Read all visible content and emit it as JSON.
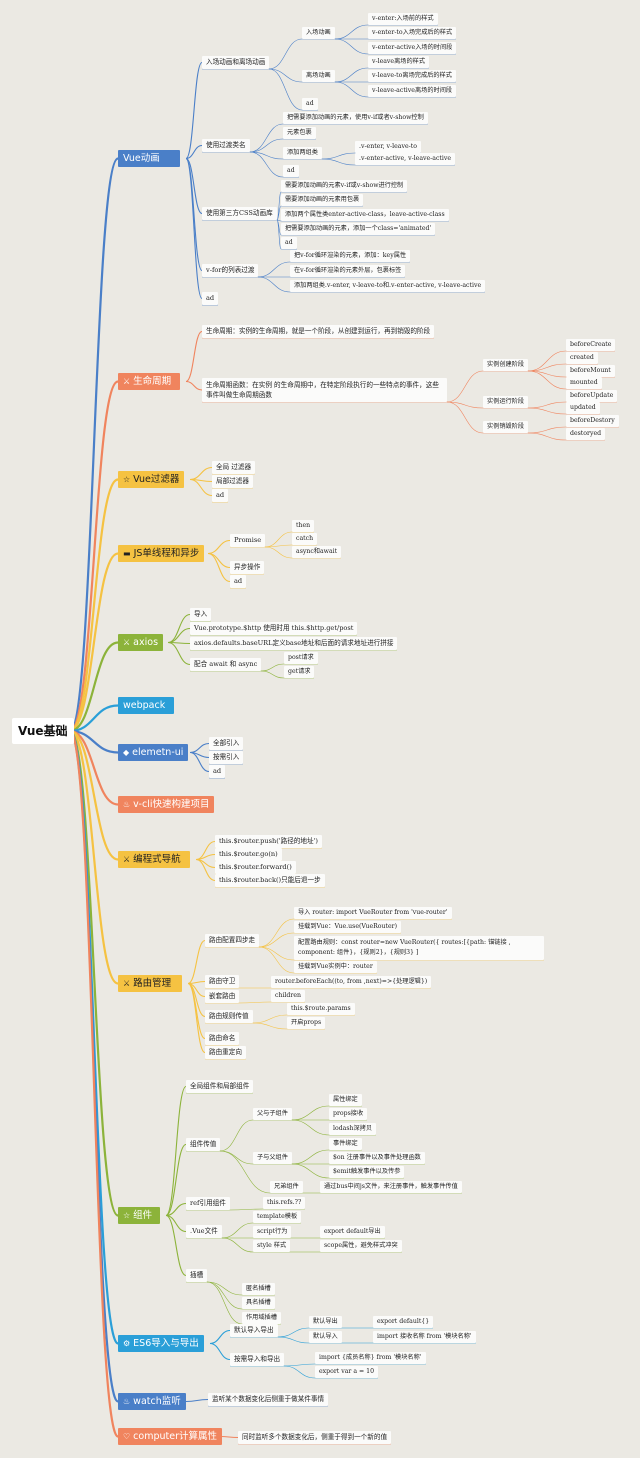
{
  "root": {
    "label": "Vue基础"
  },
  "branches": [
    {
      "label": "Vue动画",
      "icon": "",
      "color": "#4a7fc8",
      "children": [
        {
          "label": "入场动画和离场动画",
          "children": [
            {
              "label": "入场动画",
              "children": [
                {
                  "label": "v-enter:入场前的样式"
                },
                {
                  "label": "v-enter-to入场完成后的样式"
                },
                {
                  "label": "v-enter-active入场的时间段"
                }
              ]
            },
            {
              "label": "离场动画",
              "children": [
                {
                  "label": "v-leave离场的样式"
                },
                {
                  "label": "v-leave-to离场完成后的样式"
                },
                {
                  "label": "v-leave-active离场的时间段"
                }
              ]
            },
            {
              "label": "ad"
            }
          ]
        },
        {
          "label": "使用过渡类名",
          "children": [
            {
              "label": "把需要添加动画的元素，使用v-if或者v-show控制"
            },
            {
              "label": "元素包裹"
            },
            {
              "label": "添加两组类",
              "children": [
                {
                  "label": ".v-enter, v-leave-to"
                },
                {
                  "label": ".v-enter-active, v-leave-active"
                }
              ]
            },
            {
              "label": "ad"
            }
          ]
        },
        {
          "label": "使用第三方CSS动画库",
          "children": [
            {
              "label": "需要添加动画的元素v-if或v-show进行控制"
            },
            {
              "label": "需要添加动画的元素用包裹"
            },
            {
              "label": "添加两个属性类enter-active-class，leave-active-class"
            },
            {
              "label": "把需要添加动画的元素，添加一个class='animated'"
            },
            {
              "label": "ad"
            }
          ]
        },
        {
          "label": "v-for的列表过渡",
          "children": [
            {
              "label": "把v-for循环渲染的元素，添加：key属性"
            },
            {
              "label": "在v-for循环渲染的元素外层，包裹标签"
            },
            {
              "label": "添加两组类.v-enter, v-leave-to和.v-enter-active, v-leave-active"
            }
          ]
        },
        {
          "label": "ad"
        }
      ]
    },
    {
      "label": "生命周期",
      "icon": "⚔",
      "color": "#f0845e",
      "children": [
        {
          "label": "生命周期：实例的生命周期，就是一个阶段，从创建到运行，再到销毁的阶段"
        },
        {
          "label": "生命周期函数：在实例 的生命周期中，在特定阶段执行的一些特点的事件，这些事件叫做生命周期函数",
          "children": [
            {
              "label": "实例创建阶段",
              "children": [
                {
                  "label": "beforeCreate"
                },
                {
                  "label": "created"
                },
                {
                  "label": "beforeMount"
                },
                {
                  "label": "mounted"
                }
              ]
            },
            {
              "label": "实例运行阶段",
              "children": [
                {
                  "label": "beforeUpdate"
                },
                {
                  "label": "updated"
                }
              ]
            },
            {
              "label": "实例销毁阶段",
              "children": [
                {
                  "label": "beforeDestory"
                },
                {
                  "label": "destoryed"
                }
              ]
            }
          ]
        }
      ]
    },
    {
      "label": "Vue过滤器",
      "icon": "☆",
      "color": "#f5c242",
      "children": [
        {
          "label": "全局 过滤器"
        },
        {
          "label": "局部过滤器"
        },
        {
          "label": "ad"
        }
      ]
    },
    {
      "label": "JS单线程和异步",
      "icon": "▬",
      "color": "#f5c242",
      "children": [
        {
          "label": "Promise",
          "children": [
            {
              "label": "then"
            },
            {
              "label": "catch"
            },
            {
              "label": "async和await"
            }
          ]
        },
        {
          "label": "异步操作"
        },
        {
          "label": "ad"
        }
      ]
    },
    {
      "label": "axios",
      "icon": "⚔",
      "color": "#8cb33a",
      "children": [
        {
          "label": "导入"
        },
        {
          "label": "Vue.prototype.$http 使用时用 this.$http.get/post"
        },
        {
          "label": "axios.defaults.baseURL定义base地址和后面的请求地址进行拼接"
        },
        {
          "label": "配合 await 和 async",
          "children": [
            {
              "label": "post请求"
            },
            {
              "label": "get请求"
            }
          ]
        }
      ]
    },
    {
      "label": "webpack",
      "icon": "",
      "color": "#2a9fd8",
      "children": []
    },
    {
      "label": "elemetn-ui",
      "icon": "◆",
      "color": "#4a7fc8",
      "children": [
        {
          "label": "全部引入"
        },
        {
          "label": "按需引入"
        },
        {
          "label": "ad"
        }
      ]
    },
    {
      "label": "v-cli快速构建项目",
      "icon": "♨",
      "color": "#f0845e",
      "children": []
    },
    {
      "label": "编程式导航",
      "icon": "⚔",
      "color": "#f5c242",
      "children": [
        {
          "label": "this.$router.push('路径的地址')"
        },
        {
          "label": "this.$router.go(n)"
        },
        {
          "label": "this.$router.forward()"
        },
        {
          "label": "this.$router.back()只能后退一步"
        }
      ]
    },
    {
      "label": "路由管理",
      "icon": "⚔",
      "color": "#f5c242",
      "children": [
        {
          "label": "路由配置四步走",
          "children": [
            {
              "label": "导入 router: import VueRouter from 'vue-router'"
            },
            {
              "label": "挂载到Vue：Vue.use(VueRouter)"
            },
            {
              "label": "配置路由规则：const router=new VueRouter({ routes:[{path: 锚链接 , component: 组件}，{规则2}，{规则3} ]"
            },
            {
              "label": "挂载到Vue实例中：router"
            }
          ]
        },
        {
          "label": "路由守卫",
          "children": [
            {
              "label": "router.beforeEach((to, from ,next)=>{处理逻辑})"
            }
          ]
        },
        {
          "label": "嵌套路由",
          "children": [
            {
              "label": "children"
            }
          ]
        },
        {
          "label": "路由规则传值",
          "children": [
            {
              "label": "this.$route.params"
            },
            {
              "label": "开启props"
            }
          ]
        },
        {
          "label": "路由命名"
        },
        {
          "label": "路由重定向"
        }
      ]
    },
    {
      "label": "组件",
      "icon": "☆",
      "color": "#8cb33a",
      "children": [
        {
          "label": "全局组件和局部组件"
        },
        {
          "label": "组件传值",
          "children": [
            {
              "label": "父与子组件",
              "children": [
                {
                  "label": "属性绑定"
                },
                {
                  "label": "props接收"
                },
                {
                  "label": "lodash深拷贝"
                }
              ]
            },
            {
              "label": "子与父组件",
              "children": [
                {
                  "label": "事件绑定"
                },
                {
                  "label": "$on 注册事件以及事件处理函数"
                },
                {
                  "label": "$emit触发事件以及传参"
                }
              ]
            },
            {
              "label": "兄弟组件",
              "children": [
                {
                  "label": "通过bus中间js文件，来注册事件，触发事件传值"
                }
              ]
            }
          ]
        },
        {
          "label": "ref引用组件",
          "children": [
            {
              "label": "this.refs.??"
            }
          ]
        },
        {
          "label": ".Vue文件",
          "children": [
            {
              "label": "template模板"
            },
            {
              "label": "script行为",
              "children": [
                {
                  "label": "export default导出"
                }
              ]
            },
            {
              "label": "style 样式",
              "children": [
                {
                  "label": "scope属性，避免样式冲突"
                }
              ]
            }
          ]
        },
        {
          "label": "插槽",
          "children": [
            {
              "label": "匿名插槽"
            },
            {
              "label": "具名插槽"
            },
            {
              "label": "作用域插槽"
            }
          ]
        }
      ]
    },
    {
      "label": "ES6导入与导出",
      "icon": "⚙",
      "color": "#2a9fd8",
      "children": [
        {
          "label": "默认导入导出",
          "children": [
            {
              "label": "默认导出",
              "children": [
                {
                  "label": "export default{}"
                }
              ]
            },
            {
              "label": "默认导入",
              "children": [
                {
                  "label": "import 接收名称 from '模块名称'"
                }
              ]
            }
          ]
        },
        {
          "label": "按需导入和导出",
          "children": [
            {
              "label": "import {成员名称} from '模块名称'"
            },
            {
              "label": "export var a = 10"
            }
          ]
        }
      ]
    },
    {
      "label": "watch监听",
      "icon": "♨",
      "color": "#4a7fc8",
      "children": [
        {
          "label": "监听某个数据变化后侧重于做某件事情"
        }
      ]
    },
    {
      "label": "computer计算属性",
      "icon": "♡",
      "color": "#f0845e",
      "children": [
        {
          "label": "同时监听多个数据变化后，侧重于得到一个新的值"
        }
      ]
    }
  ]
}
